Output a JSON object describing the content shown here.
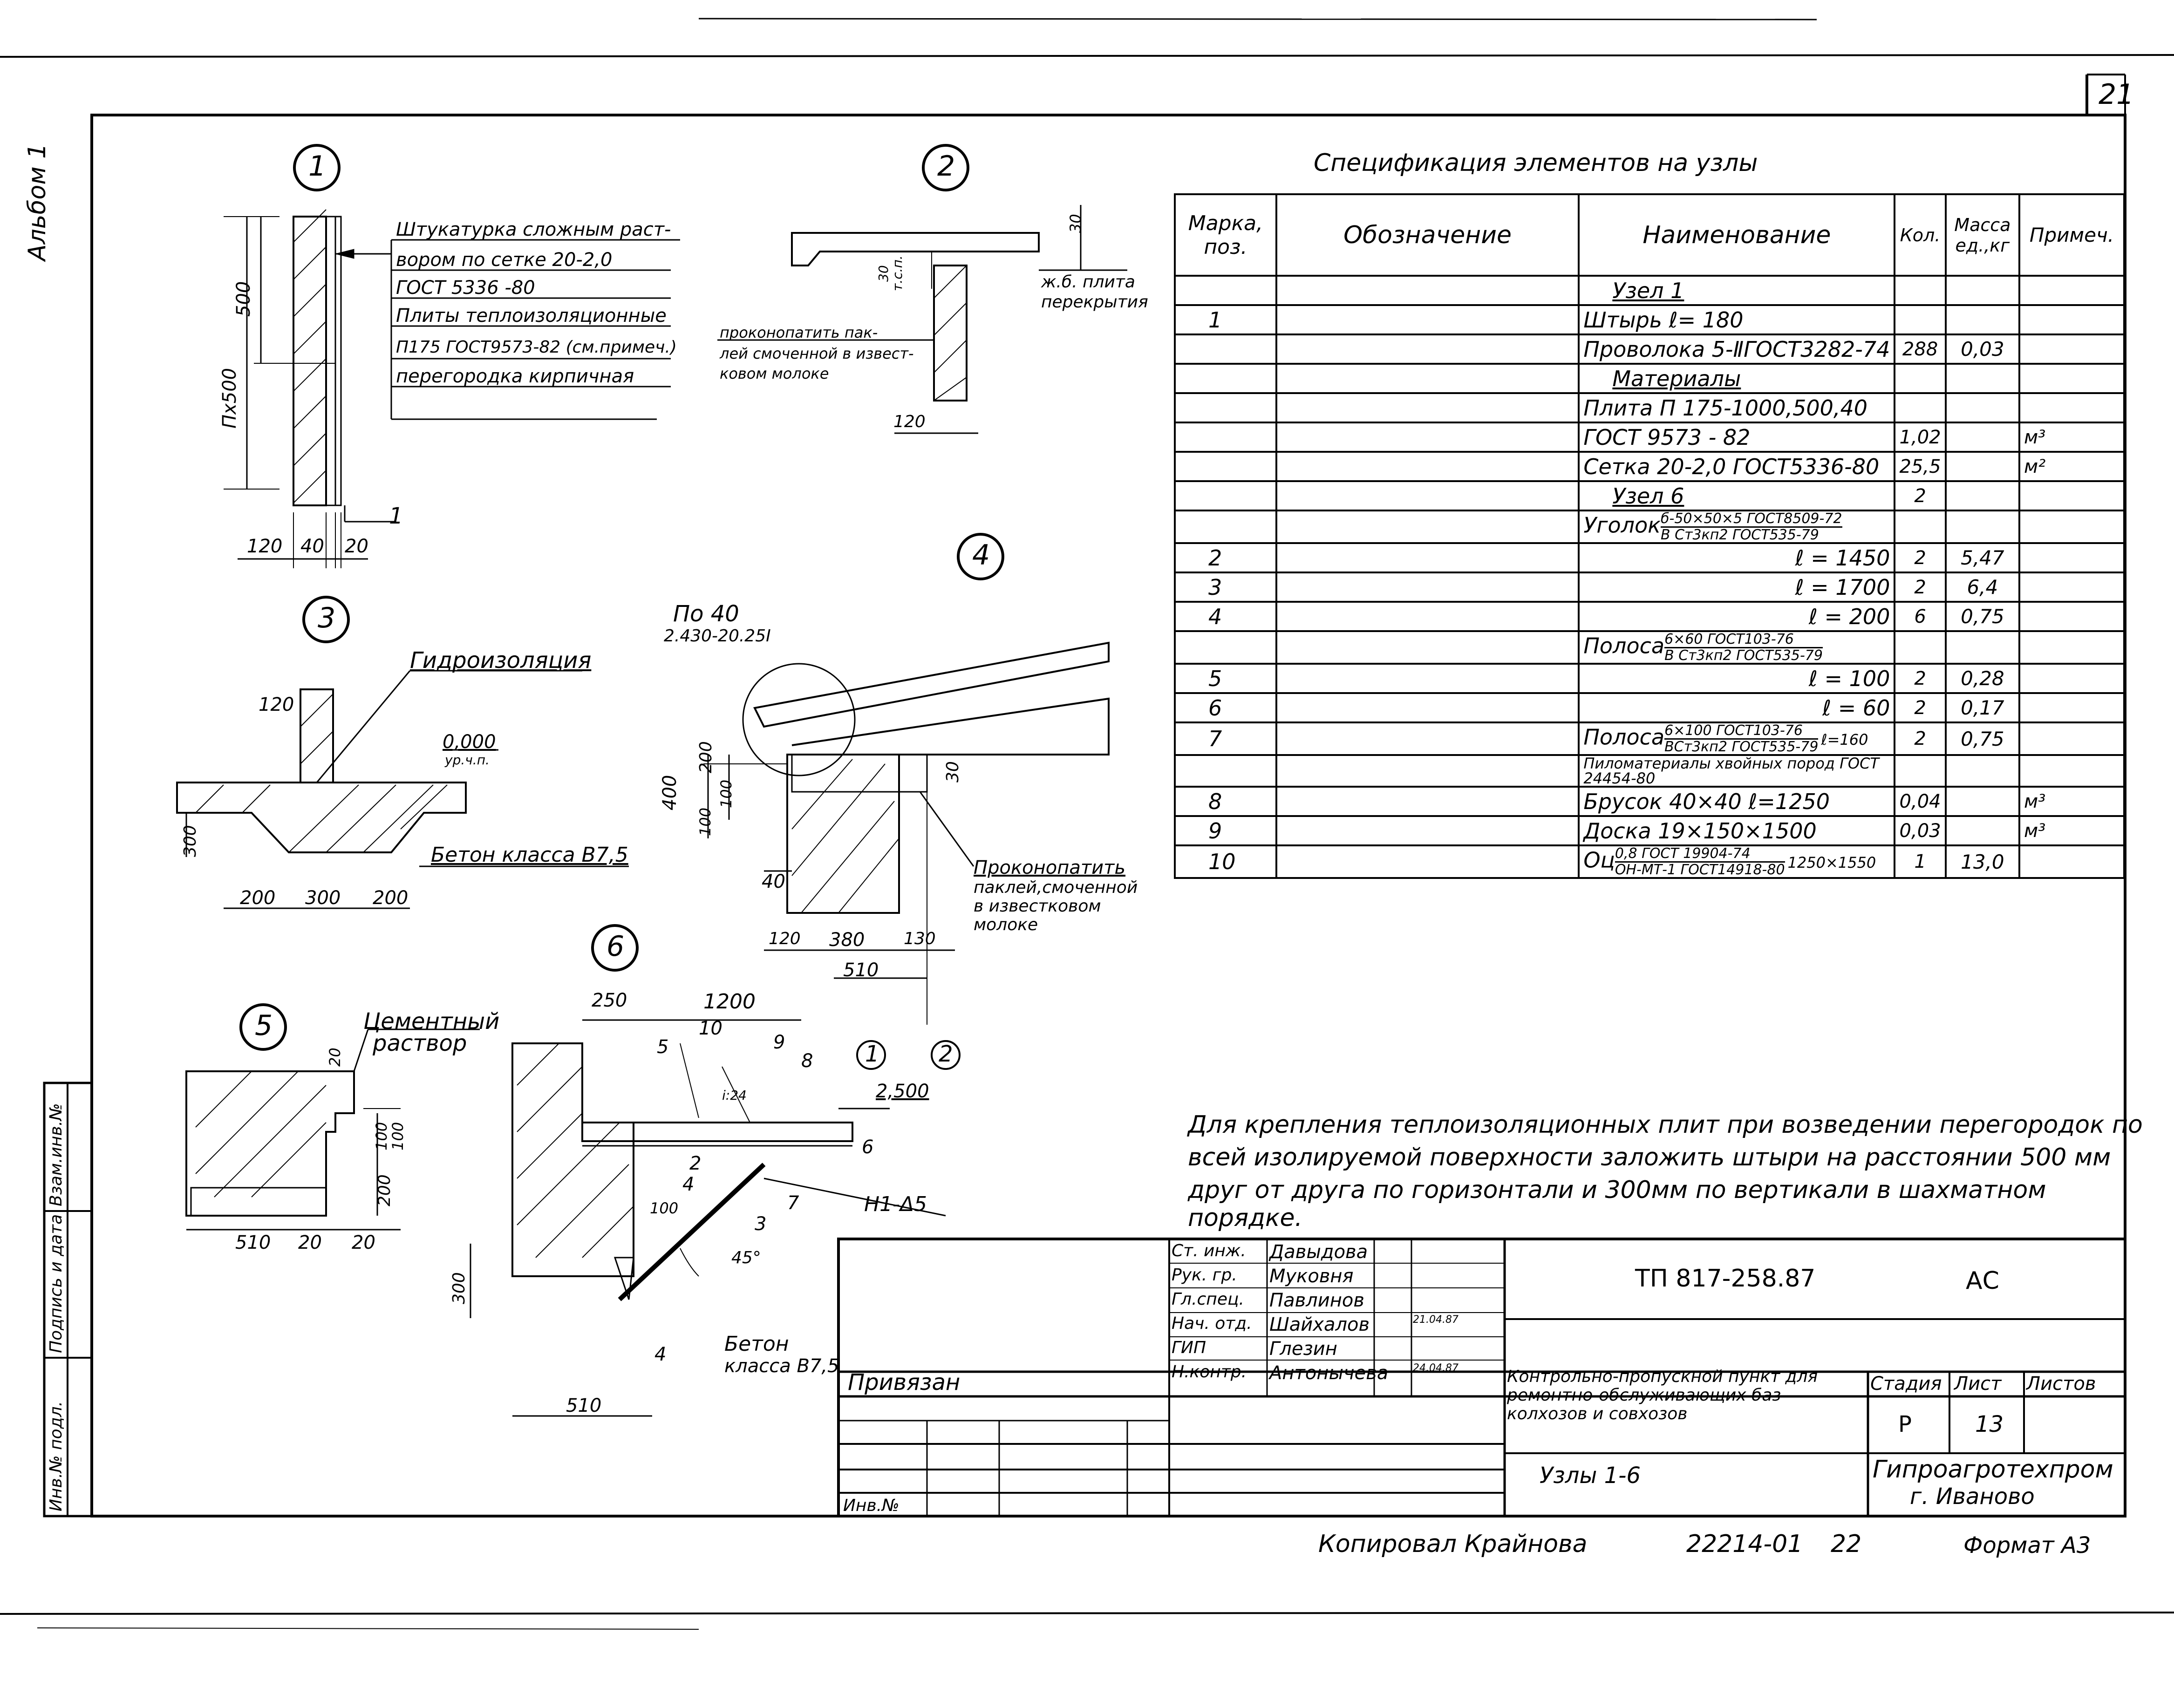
{
  "sheet_number": "21",
  "album_label": "Альбом 1",
  "nodes": {
    "n1": {
      "num": "1",
      "labels": [
        "Штукатурка сложным раст-",
        "вором по сетке 20-2,0",
        "ГОСТ 5336 -80",
        "Плиты теплоизоляционные",
        "П175 ГОСТ9573-82 (см.примеч.)",
        "перегородка кирпичная"
      ],
      "dims": {
        "d500": "500",
        "nx500": "Пх500",
        "d120": "120",
        "d40": "40",
        "d20": "20",
        "lead": "1"
      }
    },
    "n2": {
      "num": "2",
      "labels": {
        "slab": "ж.б. плита",
        "slab2": "перекрытия",
        "caulk1": "проконопатить пак-",
        "caulk2": "лей смоченной в извест-",
        "caulk3": "ковом молоке"
      },
      "dims": {
        "d30": "30",
        "d30b": "30",
        "dts": "т.с.п.",
        "d120": "120"
      }
    },
    "n3": {
      "num": "3",
      "labels": {
        "hydro": "Гидроизоляция",
        "level": "0,000",
        "level2": "ур.ч.п.",
        "concrete": "Бетон класса В7,5"
      },
      "dims": {
        "d120": "120",
        "d300": "300",
        "d200a": "200",
        "d300b": "300",
        "d200b": "200"
      }
    },
    "n4": {
      "num": "4",
      "labels": {
        "ref1": "По 40",
        "ref2": "2.430-20.25I",
        "caulk1": "Проконопатить",
        "caulk2": "паклей,смоченной",
        "caulk3": "в известковом",
        "caulk4": "молоке"
      },
      "dims": {
        "d400": "400",
        "d200": "200",
        "d100a": "100",
        "d100b": "100",
        "d30": "30",
        "d40": "40",
        "d120": "120",
        "d380": "380",
        "d130": "130",
        "d510": "510",
        "c1": "1",
        "c2": "2"
      }
    },
    "n5": {
      "num": "5",
      "labels": {
        "mortar1": "Цементный",
        "mortar2": "раствор"
      },
      "dims": {
        "d20a": "20",
        "d100": "100",
        "d100b": "100",
        "d200": "200",
        "d510": "510",
        "d20b": "20",
        "d20c": "20"
      }
    },
    "n6": {
      "num": "6",
      "labels": {
        "concrete1": "Бетон",
        "concrete2": "класса В7,5",
        "h15": "Н1-Δ5",
        "slope": "i:24",
        "angle": "45°",
        "level": "2,500"
      },
      "dims": {
        "d250": "250",
        "d1200": "1200",
        "d100": "100",
        "d300": "300",
        "d510": "510"
      },
      "pos": {
        "p5": "5",
        "p10": "10",
        "p9": "9",
        "p8": "8",
        "p6": "6",
        "p2": "2",
        "p4a": "4",
        "p3": "3",
        "p7": "7",
        "p4b": "4"
      }
    }
  },
  "spec": {
    "title": "Спецификация элементов на узлы",
    "headers": {
      "mark": "Марка, поз.",
      "designation": "Обозначение",
      "name": "Наименование",
      "qty": "Кол.",
      "mass": "Масса ед.,кг",
      "note": "Примеч."
    },
    "rows": [
      {
        "mark": "",
        "name": "Узел 1",
        "qty": "",
        "mass": "",
        "note": "",
        "style": "center-u"
      },
      {
        "mark": "1",
        "name": "Штырь ℓ= 180",
        "qty": "",
        "mass": "",
        "note": ""
      },
      {
        "mark": "",
        "name": "Проволока 5-ⅡГОСТ3282-74",
        "qty": "288",
        "mass": "0,03",
        "note": ""
      },
      {
        "mark": "",
        "name": "Материалы",
        "qty": "",
        "mass": "",
        "note": "",
        "style": "center-u"
      },
      {
        "mark": "",
        "name": "Плита П 175-1000,500,40",
        "qty": "",
        "mass": "",
        "note": ""
      },
      {
        "mark": "",
        "name": "ГОСТ 9573 - 82",
        "qty": "1,02",
        "mass": "",
        "note": "м³"
      },
      {
        "mark": "",
        "name": "Сетка 20-2,0 ГОСТ5336-80",
        "qty": "25,5",
        "mass": "",
        "note": "м²"
      },
      {
        "mark": "",
        "name": "Узел 6",
        "qty": "2",
        "mass": "",
        "note": "",
        "style": "center-u"
      },
      {
        "mark": "",
        "name": "Уголок",
        "frac_top": "б-50×50×5 ГОСТ8509-72",
        "frac_bot": "В Ст3кп2 ГОСТ535-79",
        "qty": "",
        "mass": "",
        "note": ""
      },
      {
        "mark": "2",
        "name": "ℓ = 1450",
        "qty": "2",
        "mass": "5,47",
        "note": "",
        "style": "right"
      },
      {
        "mark": "3",
        "name": "ℓ = 1700",
        "qty": "2",
        "mass": "6,4",
        "note": "",
        "style": "right"
      },
      {
        "mark": "4",
        "name": "ℓ = 200",
        "qty": "6",
        "mass": "0,75",
        "note": "",
        "style": "right"
      },
      {
        "mark": "",
        "name": "Полоса",
        "frac_top": "6×60 ГОСТ103-76",
        "frac_bot": "В Ст3кп2 ГОСТ535-79",
        "qty": "",
        "mass": "",
        "note": ""
      },
      {
        "mark": "5",
        "name": "ℓ = 100",
        "qty": "2",
        "mass": "0,28",
        "note": "",
        "style": "right"
      },
      {
        "mark": "6",
        "name": "ℓ = 60",
        "qty": "2",
        "mass": "0,17",
        "note": "",
        "style": "right"
      },
      {
        "mark": "7",
        "name": "Полоса",
        "frac_top": "6×100 ГОСТ103-76",
        "frac_bot": "ВСт3кп2 ГОСТ535-79",
        "suffix": "ℓ=160",
        "qty": "2",
        "mass": "0,75",
        "note": ""
      },
      {
        "mark": "",
        "name": "Пиломатериалы хвойных пород ГОСТ 24454-80",
        "qty": "",
        "mass": "",
        "note": "",
        "style": "small"
      },
      {
        "mark": "8",
        "name": "Брусок 40×40  ℓ=1250",
        "qty": "0,04",
        "mass": "",
        "note": "м³"
      },
      {
        "mark": "9",
        "name": "Доска 19×150×1500",
        "qty": "0,03",
        "mass": "",
        "note": "м³"
      },
      {
        "mark": "10",
        "name": "Оц",
        "frac_top": "0,8 ГОСТ 19904-74",
        "frac_bot": "ОН-МТ-1 ГОСТ14918-80",
        "suffix": "1250×1550",
        "qty": "1",
        "mass": "13,0",
        "note": ""
      }
    ]
  },
  "note": {
    "line1": "Для крепления теплоизоляционных плит при возведении перегородок по",
    "line2": "всей изолируемой поверхности заложить штыри на расстоянии 500 мм",
    "line3": "друг от друга по горизонтали и 300мм по вертикали в шахматном",
    "line4": "порядке."
  },
  "title_block": {
    "roles": [
      {
        "role": "Ст. инж.",
        "name": "Давыдова",
        "date": ""
      },
      {
        "role": "Рук. гр.",
        "name": "Муковня",
        "date": ""
      },
      {
        "role": "Гл.спец.",
        "name": "Павлинов",
        "date": ""
      },
      {
        "role": "Нач. отд.",
        "name": "Шайхалов",
        "date": "21.04.87"
      },
      {
        "role": "ГИП",
        "name": "Глезин",
        "date": ""
      },
      {
        "role": "Н.контр.",
        "name": "Антонычева",
        "date": "24.04.87"
      }
    ],
    "code": "ТП 817-258.87",
    "section": "АС",
    "project1": "Контрольно-пропускной пункт для",
    "project2": "ремонтно-обслуживающих баз",
    "project3": "колхозов и совхозов",
    "sheet_title": "Узлы 1-6",
    "stage_h": "Стадия",
    "sheet_h": "Лист",
    "sheets_h": "Листов",
    "stage": "Р",
    "sheet": "13",
    "org1": "Гипроагротехпром",
    "org2": "г. Иваново",
    "attached": "Привязан",
    "inv_no": "Инв.№"
  },
  "side_stamp": {
    "c1": "Инв.№ подл.",
    "c2": "Подпись и дата",
    "c3": "Взам.инв.№"
  },
  "footer": {
    "copied": "Копировал  Крайнова",
    "order": "22214-01",
    "num": "22",
    "format": "Формат А3"
  }
}
